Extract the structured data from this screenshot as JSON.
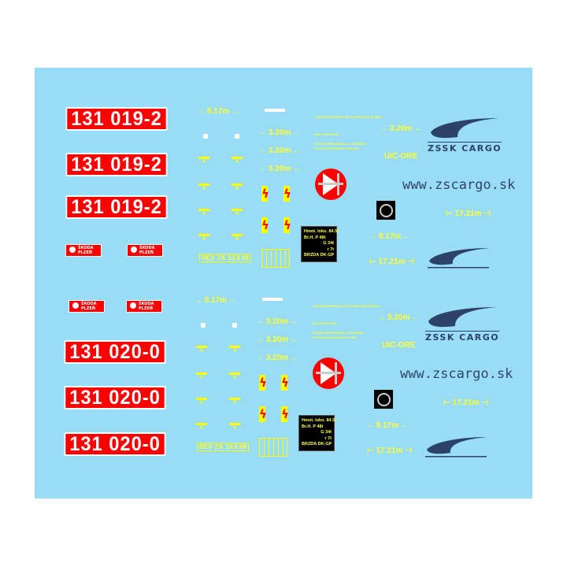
{
  "plates_top": [
    "131 019-2",
    "131 019-2",
    "131 019-2"
  ],
  "plates_bottom": [
    "131 020-0",
    "131 020-0",
    "131 020-0"
  ],
  "skoda_plate": {
    "line1": "ŠKODA",
    "line2": "PLZEŇ"
  },
  "dimensions": {
    "d817": "→ 8.17m ←",
    "d320": "→ 3.20m ←",
    "d1721": "⊢ 17.21m ⊣"
  },
  "lightning": "ϟ",
  "rev": {
    "a": "REV",
    "b": "ZA",
    "c": "10.6.08"
  },
  "small_text": {
    "header": "OZNÁČENÍ DRUHU OS A ZÁPIS ÚDAJŮ MAX",
    "l1": "LMI  I  ZKUŠ.ODŘ.",
    "l2": "COLOR SPEKTRUM a.s. HODONÍN",
    "l3": "PLASTICKÉ MAZIVO CHV 800"
  },
  "uic": "UIC-ORE",
  "brake_box": [
    "Hmot. loko. 84.5t",
    "Br.H.     P  48t",
    "G  34t",
    "r  7t",
    "BRZDA DK-GP"
  ],
  "website": "www.zscargo.sk",
  "logo": "ZSSK CARGO",
  "colors": {
    "background": "#98dcf6",
    "plate": "#ff0000",
    "decal_yellow": "#ffff33",
    "logo": "#2c4266"
  }
}
